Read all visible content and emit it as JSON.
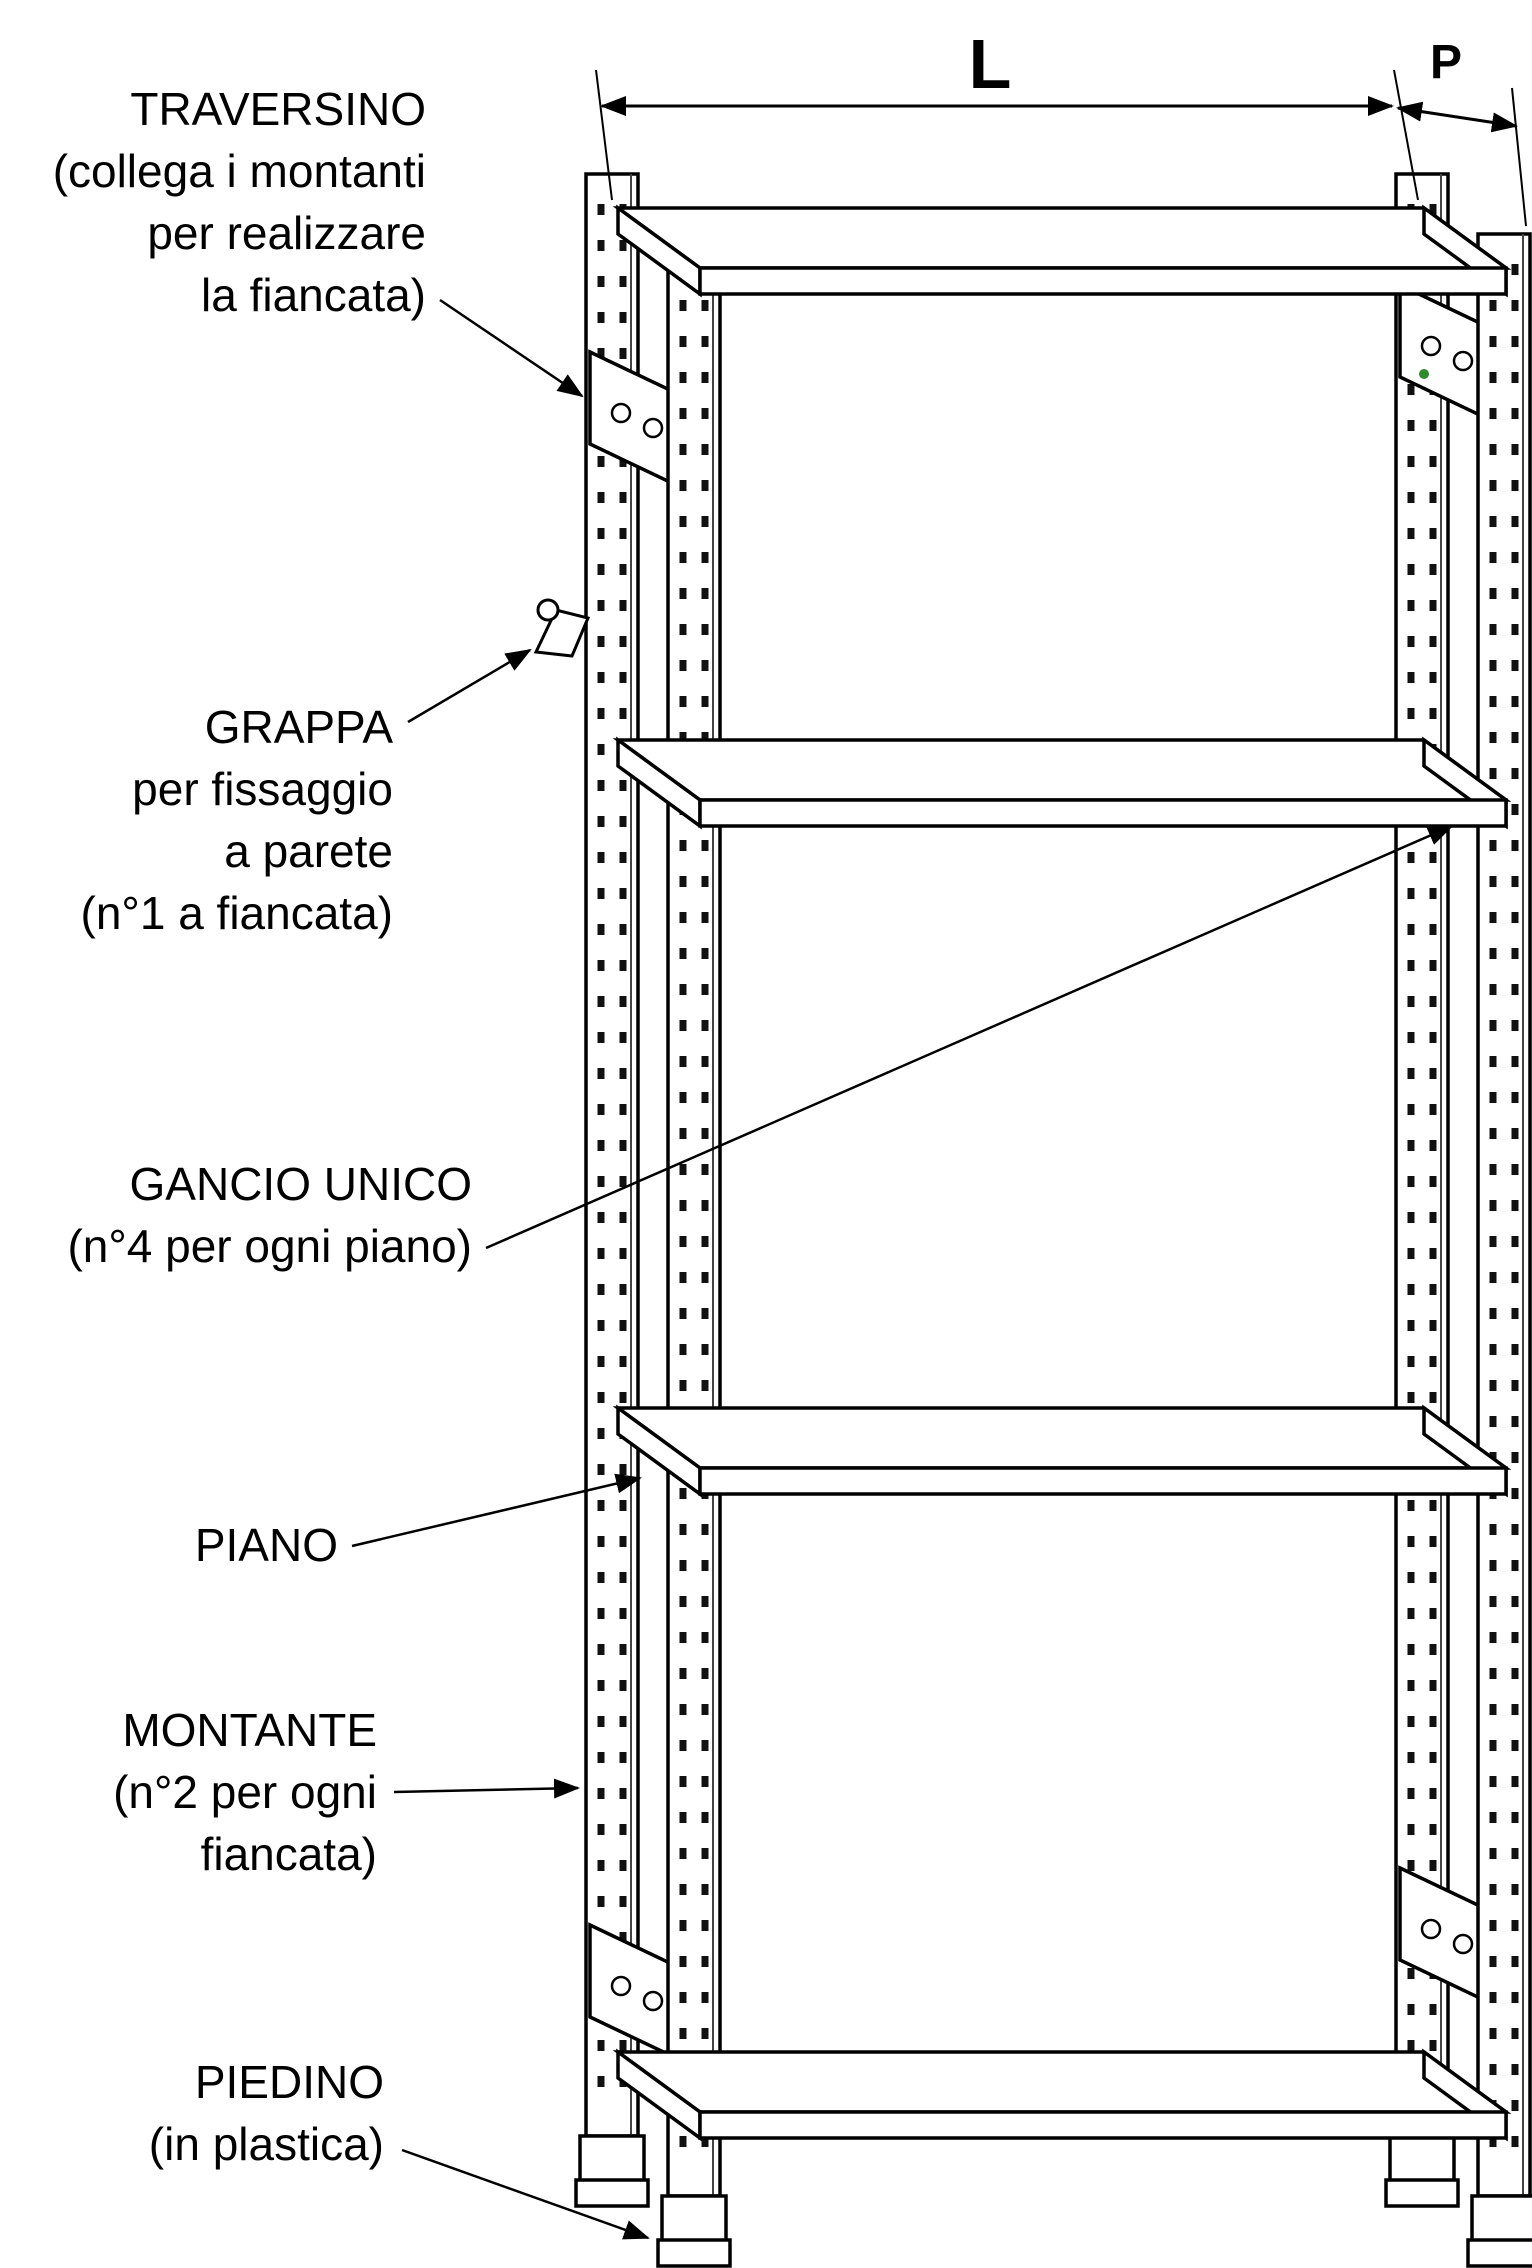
{
  "canvas": {
    "background": "#ffffff",
    "line_color": "#000000",
    "marks": {
      "green_dot": "#2e8b2e"
    }
  },
  "dimensions": {
    "length_label": "L",
    "depth_label": "P"
  },
  "annotations": {
    "traversino": {
      "lines": [
        "TRAVERSINO",
        "(collega i montanti",
        "per realizzare",
        "la fiancata)"
      ]
    },
    "grappa": {
      "lines": [
        "GRAPPA",
        "per fissaggio",
        "a parete",
        "(n°1 a fiancata)"
      ]
    },
    "gancio_unico": {
      "lines": [
        "GANCIO UNICO",
        "(n°4 per ogni piano)"
      ]
    },
    "piano": {
      "lines": [
        "PIANO"
      ]
    },
    "montante": {
      "lines": [
        "MONTANTE",
        "(n°2 per ogni",
        "fiancata)"
      ]
    },
    "piedino": {
      "lines": [
        "PIEDINO",
        "(in plastica)"
      ]
    }
  }
}
